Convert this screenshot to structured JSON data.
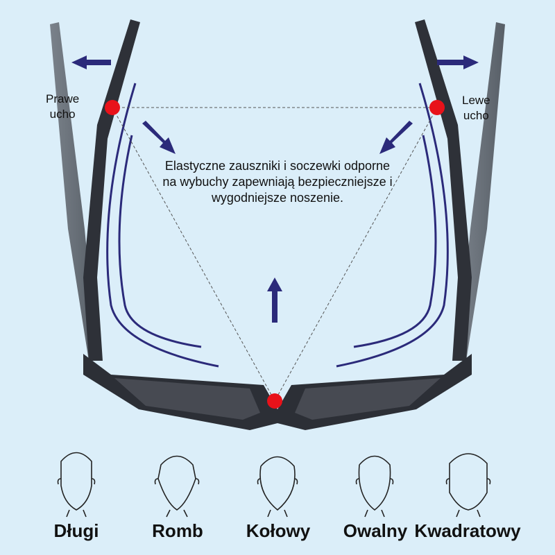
{
  "labels": {
    "right_ear_line1": "Prawe",
    "right_ear_line2": "ucho",
    "left_ear_line1": "Lewe",
    "left_ear_line2": "ucho"
  },
  "description": "Elastyczne zauszniki i soczewki odporne na wybuchy zapewniają bezpieczniejsze i wygodniejsze noszenie.",
  "face_shapes": [
    "Długi",
    "Romb",
    "Kołowy",
    "Owalny",
    "Kwadratowy"
  ],
  "colors": {
    "background": "#dbeef9",
    "arrow": "#2b2a7a",
    "dot": "#e8121a",
    "frame": "#2a2c33"
  }
}
